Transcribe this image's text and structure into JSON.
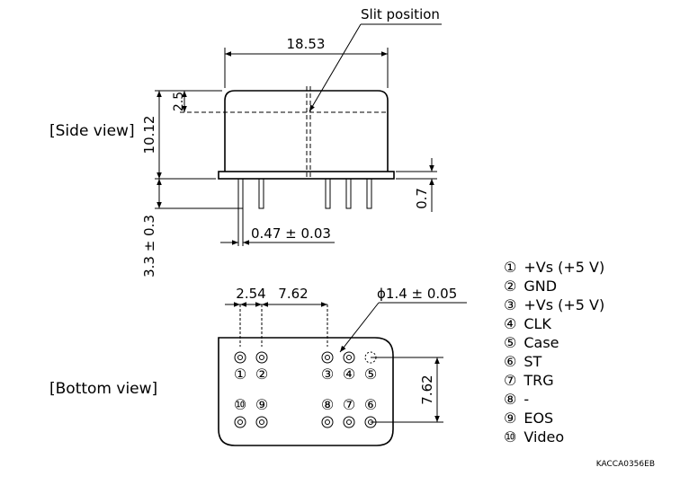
{
  "side_view": {
    "label": "[Side view]",
    "slit_label": "Slit position",
    "dims": {
      "width": "18.53",
      "height": "10.12",
      "slit_offset": "2.5",
      "lead_length": "3.3 ± 0.3",
      "pin_dia": "0.47 ± 0.03",
      "flange": "0.7"
    }
  },
  "bottom_view": {
    "label": "[Bottom view]",
    "dims": {
      "pitch_a": "2.54",
      "pitch_b": "7.62",
      "phi": "ϕ1.4 ± 0.05",
      "row_spacing": "7.62"
    },
    "pin_numbers": {
      "p1": "①",
      "p2": "②",
      "p3": "③",
      "p4": "④",
      "p5": "⑤",
      "p6": "⑥",
      "p7": "⑦",
      "p8": "⑧",
      "p9": "⑨",
      "p10": "⑩"
    }
  },
  "legend": [
    {
      "num": "①",
      "text": "+Vs (+5 V)"
    },
    {
      "num": "②",
      "text": "GND"
    },
    {
      "num": "③",
      "text": "+Vs (+5 V)"
    },
    {
      "num": "④",
      "text": "CLK"
    },
    {
      "num": "⑤",
      "text": "Case"
    },
    {
      "num": "⑥",
      "text": "ST"
    },
    {
      "num": "⑦",
      "text": "TRG"
    },
    {
      "num": "⑧",
      "text": "-"
    },
    {
      "num": "⑨",
      "text": "EOS"
    },
    {
      "num": "⑩",
      "text": "Video"
    }
  ],
  "code": "KACCA0356EB"
}
